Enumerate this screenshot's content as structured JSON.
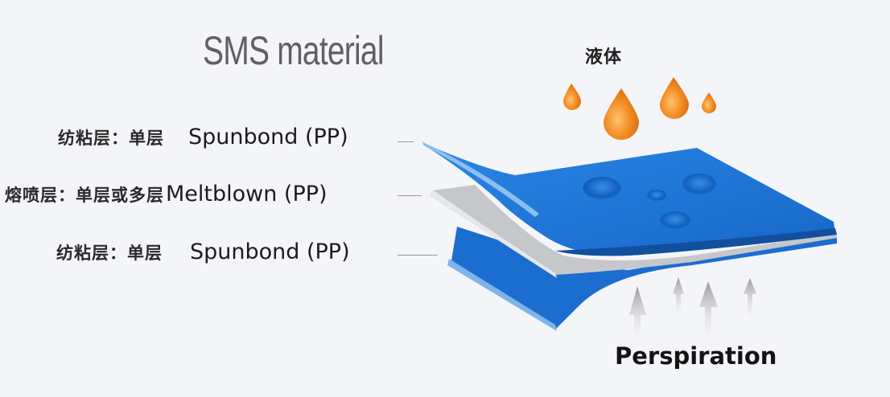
{
  "title": "SMS material",
  "layers": [
    {
      "cn": "纺粘层：单层",
      "en": "Spunbond (PP)",
      "position": "top"
    },
    {
      "cn": "熔喷层：单层或多层",
      "en": "Meltblown (PP)",
      "position": "middle"
    },
    {
      "cn": "纺粘层：单层",
      "en": "Spunbond (PP)",
      "position": "bottom"
    }
  ],
  "liquid_label": "液体",
  "perspiration_label": "Perspiration",
  "colors": {
    "spunbond_blue": "#1a6fd0",
    "meltblown_gray": "#c4c6ca",
    "liquid_orange": "#f08a24",
    "background": "#f4f5f9"
  }
}
